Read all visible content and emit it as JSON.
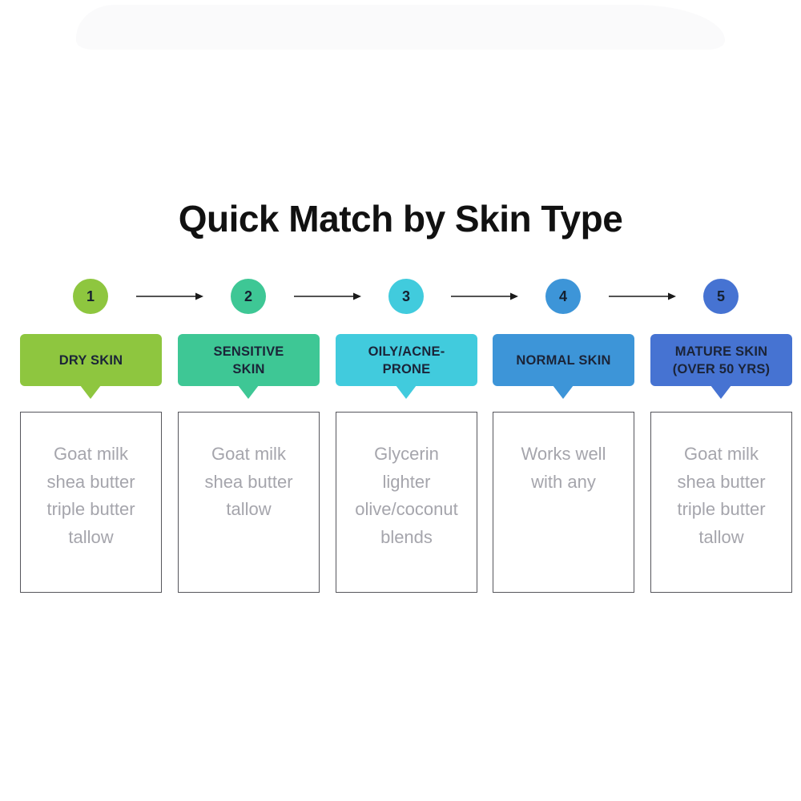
{
  "title": "Quick Match by Skin Type",
  "steps": [
    {
      "number": "1",
      "color": "#8ec63f",
      "label_lines": [
        "DRY SKIN"
      ],
      "items": [
        "Goat milk",
        "shea butter",
        "triple butter",
        "tallow"
      ]
    },
    {
      "number": "2",
      "color": "#3ec795",
      "label_lines": [
        "SENSITIVE",
        "SKIN"
      ],
      "items": [
        "Goat milk",
        "shea butter",
        "tallow"
      ]
    },
    {
      "number": "3",
      "color": "#41cbdd",
      "label_lines": [
        "OILY/ACNE-",
        "PRONE"
      ],
      "items": [
        "Glycerin",
        "lighter",
        "olive/coconut",
        "blends"
      ]
    },
    {
      "number": "4",
      "color": "#3d95d8",
      "label_lines": [
        "NORMAL SKIN"
      ],
      "items": [
        "Works well",
        "with any"
      ]
    },
    {
      "number": "5",
      "color": "#4673d2",
      "label_lines": [
        "MATURE SKIN",
        "(OVER 50 YRS)"
      ],
      "items": [
        "Goat milk",
        "shea butter",
        "triple butter",
        "tallow"
      ]
    }
  ],
  "colors": {
    "title_text": "#111111",
    "badge_text": "#1b2438",
    "box_border": "#56565c",
    "box_text": "#a5a5ac",
    "arrow": "#1a1a1a",
    "background": "#ffffff"
  }
}
